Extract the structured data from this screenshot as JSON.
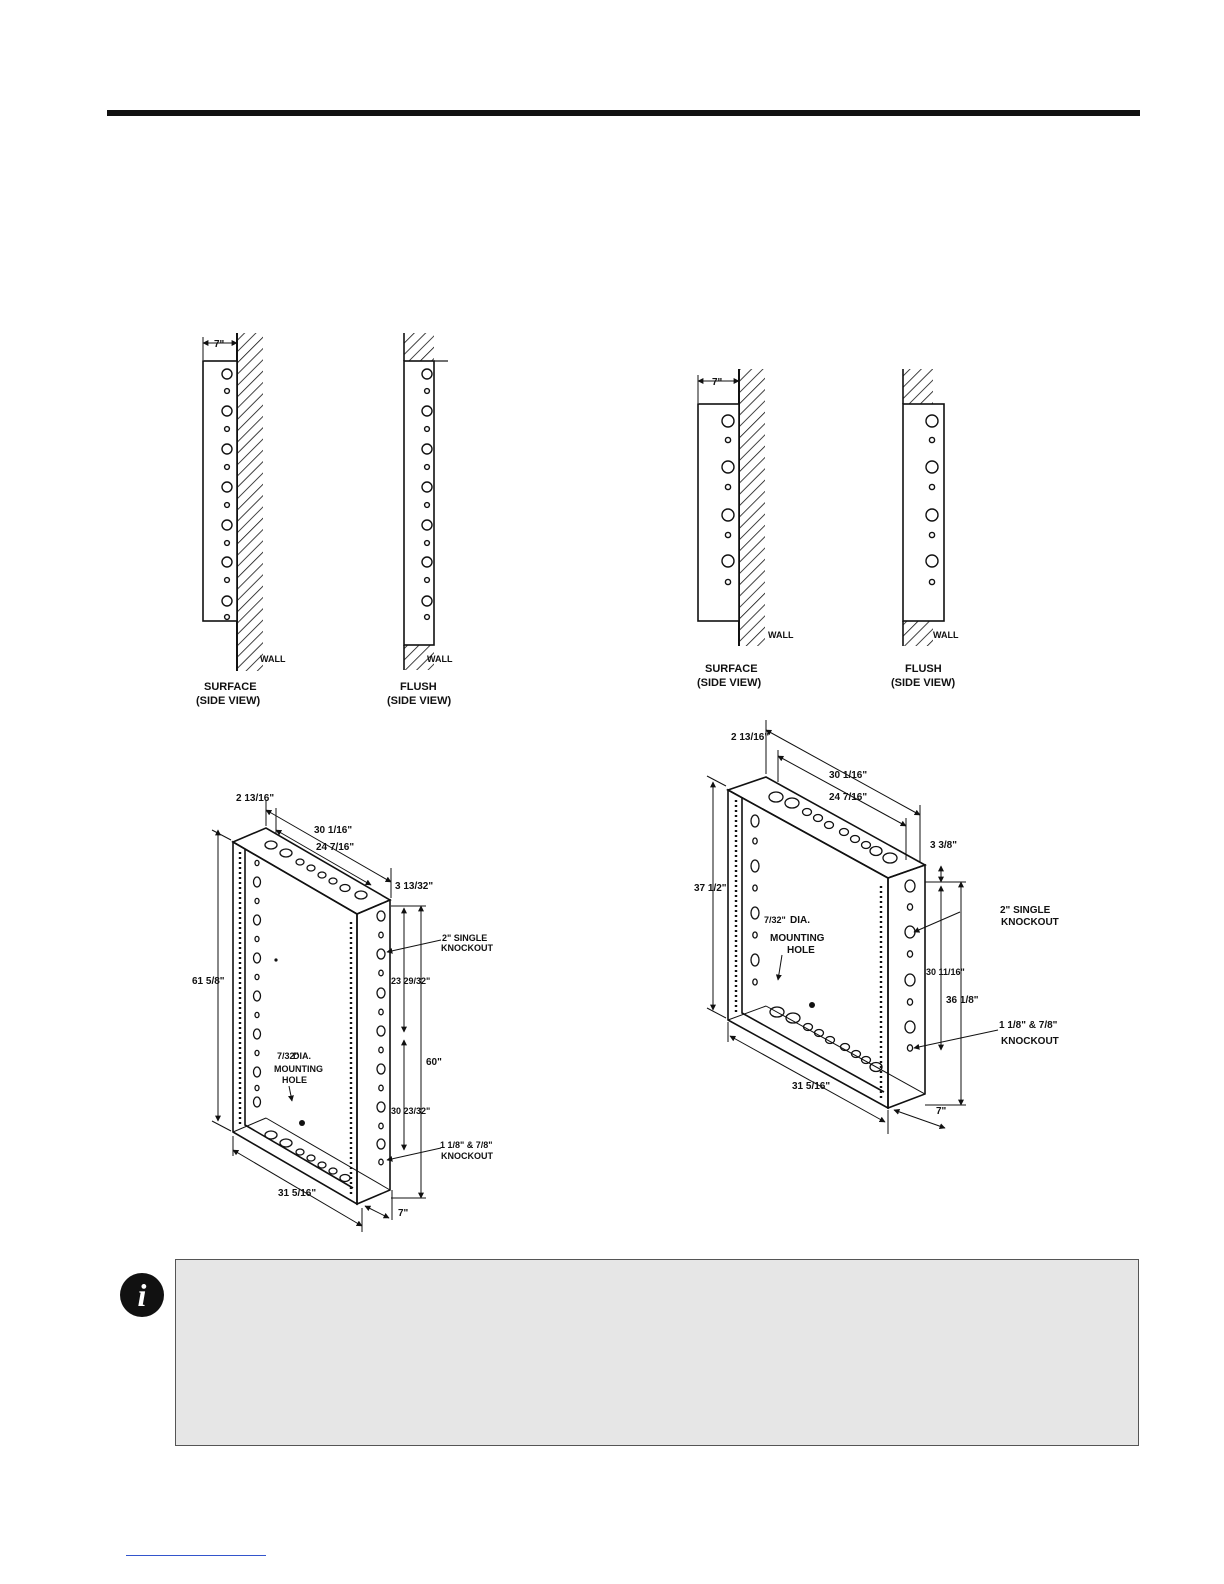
{
  "labels": {
    "wall": "WALL",
    "surface_line1": "SURFACE",
    "flush_line1": "FLUSH",
    "side_view": "(SIDE VIEW)",
    "depth_7": "7\"",
    "single_knockout_1": "2\" SINGLE",
    "knockout": "KNOCKOUT",
    "mounting_1": "DIA.",
    "mounting_2": "MOUNTING",
    "mounting_3": "HOLE"
  },
  "left_cabinet": {
    "dims": {
      "flange": "2 13/16\"",
      "top_outer": "30 1/16\"",
      "top_inner": "24 7/16\"",
      "side_depth": "3 13/32\"",
      "height_outer": "61 5/8\"",
      "upper_span": "23 29/32\"",
      "lower_span": "30 23/32\"",
      "height_inner": "60\"",
      "bottom_width": "31 5/16\"",
      "depth": "7\""
    },
    "mounting_hole": "7/32\"",
    "small_knockout": "1 1/8\" & 7/8\""
  },
  "right_cabinet": {
    "dims": {
      "flange": "2 13/16\"",
      "top_outer": "30 1/16\"",
      "top_inner": "24 7/16\"",
      "side_depth": "3 3/8\"",
      "height_outer": "37 1/2\"",
      "knock_span": "30 11/16\"",
      "height_inner": "36 1/8\"",
      "bottom_width": "31 5/16\"",
      "depth": "7\""
    },
    "mounting_hole": "7/32\"",
    "small_knockout": "1 1/8\" & 7/8\""
  },
  "icons": {
    "note": "info-icon"
  },
  "colors": {
    "note_background": "#e6e6e6",
    "ink": "#111111"
  }
}
